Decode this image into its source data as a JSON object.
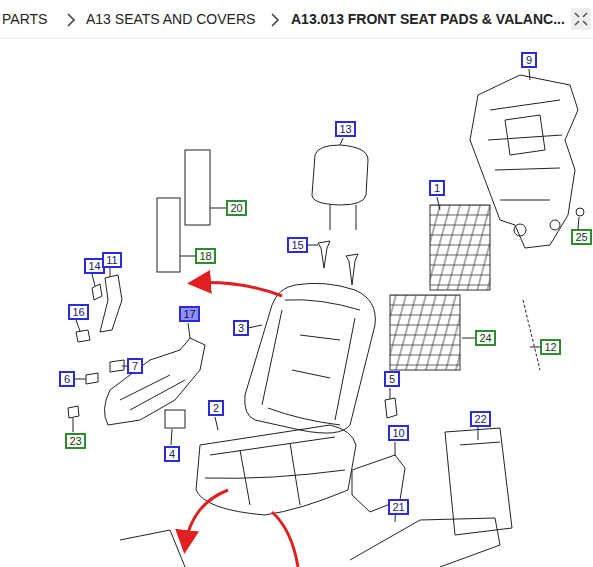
{
  "diagram": {
    "nodes": [
      {
        "text": [
          "9"
        ]
      },
      {
        "text": [
          "13"
        ]
      },
      {
        "text": [
          "1"
        ]
      },
      {
        "text": [
          "20"
        ]
      },
      {
        "text": [
          "25"
        ]
      },
      {
        "text": [
          "18"
        ]
      },
      {
        "text": [
          "15"
        ]
      },
      {
        "text": [
          "14"
        ]
      },
      {
        "text": [
          "11"
        ]
      },
      {
        "text": [
          "3"
        ]
      },
      {
        "text": [
          "24"
        ]
      },
      {
        "text": [
          "12"
        ]
      },
      {
        "text": [
          "16"
        ]
      },
      {
        "text": [
          "17"
        ]
      },
      {
        "text": [
          "7"
        ]
      },
      {
        "text": [
          "5"
        ]
      },
      {
        "text": [
          "6"
        ]
      },
      {
        "text": [
          "10"
        ]
      },
      {
        "text": [
          "2"
        ]
      },
      {
        "text": [
          "22"
        ]
      },
      {
        "text": [
          "23"
        ]
      },
      {
        "text": [
          "4"
        ]
      },
      {
        "text": [
          "21"
        ]
      }
    ],
    "labels": [
      "PARTS",
      "A13 SEATS AND COVERS",
      "A13.013 FRONT SEAT PADS & VALANC..."
    ]
  }
}
